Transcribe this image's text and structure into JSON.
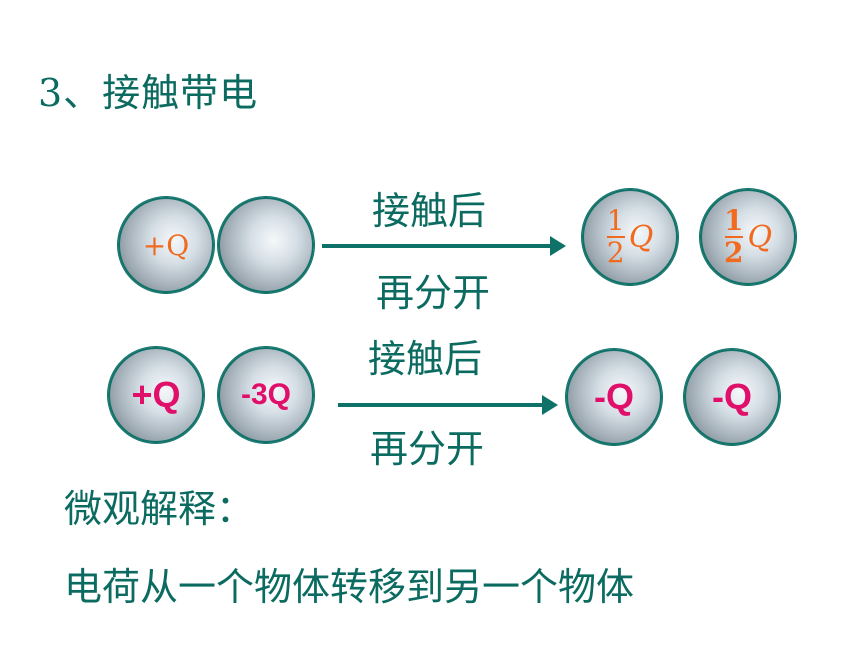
{
  "title": "3、接触带电",
  "row1": {
    "left_sphere_1": "+Q",
    "left_sphere_2": "",
    "arrow_top": "接触后",
    "arrow_bottom": "再分开",
    "right_sphere_1": {
      "num": "1",
      "den": "2",
      "var": "Q"
    },
    "right_sphere_2": {
      "num": "1",
      "den": "2",
      "var": "Q"
    }
  },
  "row2": {
    "left_sphere_1": "+Q",
    "left_sphere_2": "-3Q",
    "arrow_top": "接触后",
    "arrow_bottom": "再分开",
    "right_sphere_1": "-Q",
    "right_sphere_2": "-Q"
  },
  "explanation": {
    "heading": "微观解释：",
    "text": "电荷从一个物体转移到另一个物体"
  },
  "colors": {
    "teal": "#0b6b60",
    "orange": "#f06a20",
    "pink": "#e0106a"
  }
}
